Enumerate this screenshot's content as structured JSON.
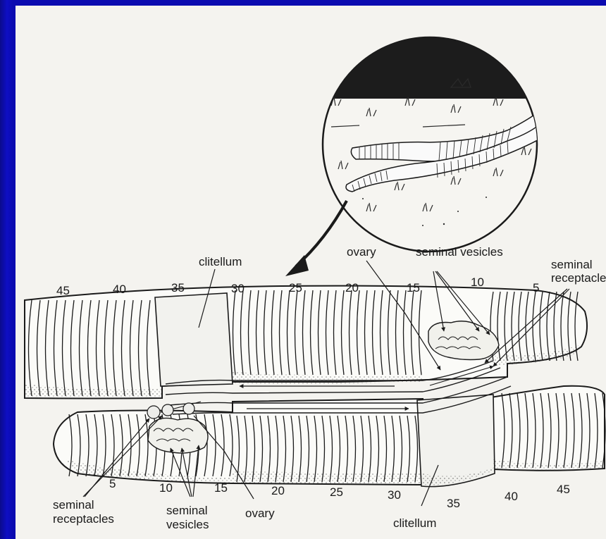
{
  "labels": {
    "clitellum_top": "clitellum",
    "ovary_top": "ovary",
    "seminal_vesicles_top": "seminal vesicles",
    "seminal_receptacles_top_1": "seminal",
    "seminal_receptacles_top_2": "receptacles",
    "seminal_receptacles_bottom_1": "seminal",
    "seminal_receptacles_bottom_2": "receptacles",
    "seminal_vesicles_bottom_1": "seminal",
    "seminal_vesicles_bottom_2": "vesicles",
    "ovary_bottom": "ovary",
    "clitellum_bottom": "clitellum"
  },
  "segment_numbers_top": [
    "45",
    "40",
    "35",
    "30",
    "25",
    "20",
    "15",
    "10",
    "5"
  ],
  "segment_numbers_bottom": [
    "5",
    "10",
    "15",
    "20",
    "25",
    "30",
    "35",
    "40",
    "45"
  ],
  "colors": {
    "frame": "#0b0bb0",
    "paper": "#f4f3ef",
    "ink": "#1a1a1a"
  }
}
